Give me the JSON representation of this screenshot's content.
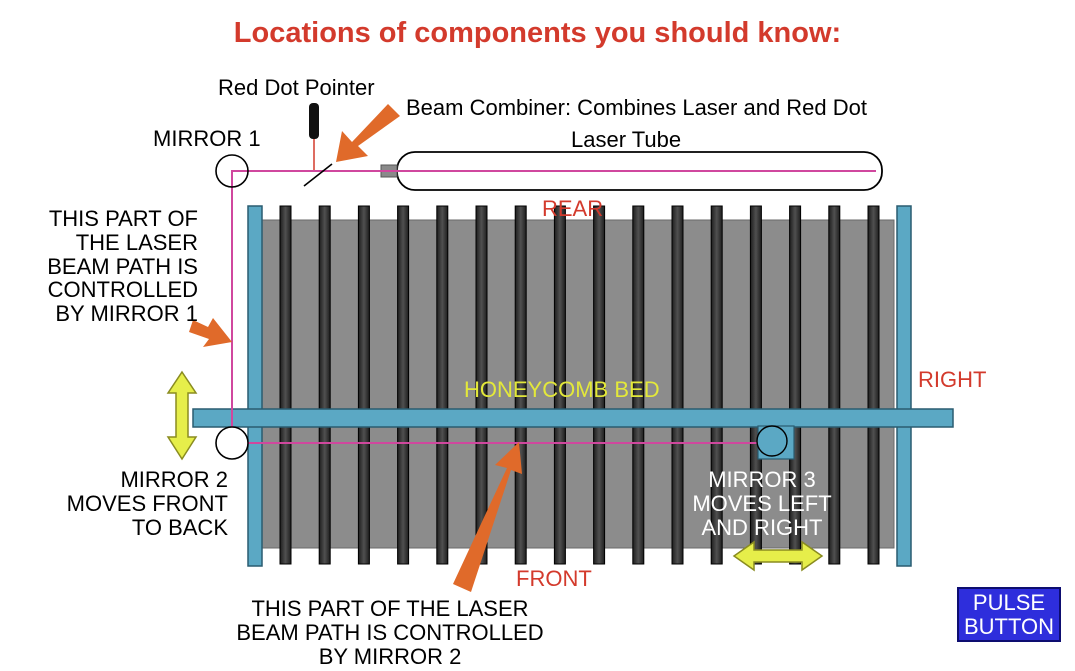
{
  "title": "Locations of components you should know:",
  "labels": {
    "red_dot_pointer": "Red Dot Pointer",
    "beam_combiner": "Beam Combiner: Combines Laser and Red Dot",
    "laser_tube": "Laser Tube",
    "mirror_1": "MIRROR 1",
    "rear": "REAR",
    "front": "FRONT",
    "right": "RIGHT",
    "honeycomb_bed": "HONEYCOMB BED",
    "mirror1_path_note": "THIS PART OF\nTHE LASER\nBEAM PATH IS\nCONTROLLED\nBY MIRROR 1",
    "mirror_2": "MIRROR 2\nMOVES FRONT\nTO BACK",
    "mirror_3": "MIRROR 3\nMOVES LEFT\nAND RIGHT",
    "mirror2_path_note": "THIS PART OF THE LASER\nBEAM PATH IS CONTROLLED\nBY MIRROR 2",
    "pulse_button_line1": "PULSE",
    "pulse_button_line2": "BUTTON"
  },
  "colors": {
    "title_red": "#d33a2c",
    "bed_gray": "#8c8c8c",
    "slat_dark": "#3a3a3a",
    "rail_blue": "#5ba8c4",
    "beam_magenta": "#d0479e",
    "arrow_orange": "#e06a2a",
    "arrow_yellow": "#e6ee4a",
    "button_blue": "#2e2edc"
  }
}
